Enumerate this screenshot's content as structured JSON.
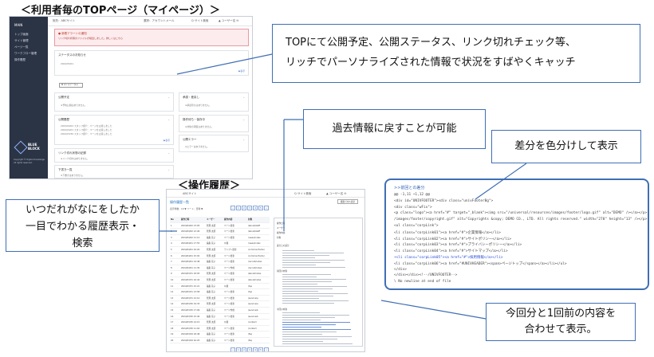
{
  "headings": {
    "top_page": "＜利用者毎のTOPページ（マイページ）＞",
    "history": "＜操作履歴＞"
  },
  "top_shot": {
    "sidebar_title": "MAIN",
    "sidebar_items": [
      "トップ画面",
      "サイト管理",
      "ページ一覧",
      "ワークフロー管理",
      "操作履歴"
    ],
    "logo_text": [
      "BLUE",
      "BLOCK"
    ],
    "copyright": [
      "Copyright © Digital Knowledge",
      "All rights reserved."
    ],
    "topbar_left": "宛先：ABCサイト",
    "topbar_mid": "選択：アカウントメール",
    "topbar_search": "Q サイト検索",
    "topbar_user": "▲ ユーザー名  ✉",
    "alert_title": "● 新着アラートの通知",
    "alert_body": "リンク切れ状態のファイルが検出しました。詳しくはこちら",
    "panels": {
      "status_title": "ステータスのお知らせ",
      "status_item": "2024/05/01",
      "more": "▶表示",
      "my_tag": "▼ マイステータス",
      "publish_title": "公開予定",
      "publish_empty": "※予約公開はありません。",
      "approval_title": "承認・差戻し",
      "approval_empty": "※承認待ちはありません。",
      "history_title": "公開履歴",
      "history_items": [
        "2024/04/02  スタッフ紹介：ページを公開しました",
        "2024/04/01  スタッフ紹介：ページを公開しました",
        "2024/03/30  スタッフ紹介：ページを公開しました"
      ],
      "wait_title": "操作待ち・保存中",
      "wait_empty": "※対象の項目はありません。",
      "error_title": "公開エラー",
      "error_empty": "※エラーはありません。",
      "link_title": "リンク切れ状態の記録",
      "link_empty": "※リンク切れはありません。",
      "draft_title": "下書き一覧",
      "draft_empty": "※下書きはありません。"
    }
  },
  "history_shot": {
    "site": "ABCサイト",
    "page_title": "操作履歴一覧",
    "button": "検索パネル表示",
    "filter": "表示件数：10 ▼  ソート：日時 ▼",
    "pager": [
      "«",
      "1",
      "2",
      "3",
      "4",
      "5",
      "»"
    ],
    "columns": [
      "No",
      "操作日時",
      "ユーザー",
      "操作内容",
      "対象"
    ],
    "rows": [
      [
        "1",
        "2024/04/02 13:05",
        "管理 太郎",
        "ページ更新",
        "/about/staff"
      ],
      [
        "2",
        "2024/04/02 12:40",
        "管理 太郎",
        "ページ更新",
        "/about/staff"
      ],
      [
        "3",
        "2024/04/02 11:12",
        "編集 花子",
        "ページ更新",
        "/news/index"
      ],
      [
        "4",
        "2024/04/01 17:55",
        "編集 花子",
        "公開",
        "/news/index"
      ],
      [
        "5",
        "2024/04/01 16:20",
        "管理 太郎",
        "テンプレ更新",
        "/common/footer"
      ],
      [
        "6",
        "2024/04/01 15:02",
        "管理 太郎",
        "ページ更新",
        "/common/footer"
      ],
      [
        "7",
        "2024/04/01 14:48",
        "編集 花子",
        "ページ更新",
        "/recruit/index"
      ],
      [
        "8",
        "2024/04/01 11:30",
        "編集 花子",
        "ページ作成",
        "/recruit/index"
      ],
      [
        "9",
        "2024/03/31 18:05",
        "管理 太郎",
        "ページ更新",
        "/about/index"
      ],
      [
        "10",
        "2024/03/31 16:44",
        "管理 太郎",
        "ページ更新",
        "/about/index"
      ],
      [
        "11",
        "2024/03/31 15:21",
        "編集 花子",
        "公開",
        "/top"
      ],
      [
        "12",
        "2024/03/31 13:58",
        "編集 花子",
        "ページ更新",
        "/top"
      ],
      [
        "13",
        "2024/03/31 12:10",
        "管理 太郎",
        "ページ更新",
        "/service/a"
      ],
      [
        "14",
        "2024/03/30 19:33",
        "管理 太郎",
        "ページ更新",
        "/service/a"
      ],
      [
        "15",
        "2024/03/30 17:06",
        "編集 花子",
        "ページ作成",
        "/service/b"
      ],
      [
        "16",
        "2024/03/30 15:40",
        "編集 花子",
        "ページ更新",
        "/service/b"
      ],
      [
        "17",
        "2024/03/30 14:15",
        "管理 太郎",
        "公開",
        "/contact"
      ],
      [
        "18",
        "2024/03/30 11:02",
        "管理 太郎",
        "ページ更新",
        "/contact"
      ],
      [
        "19",
        "2024/03/29 18:48",
        "編集 花子",
        "ページ更新",
        "/faq"
      ],
      [
        "20",
        "2024/03/29 16:25",
        "編集 花子",
        "ページ更新",
        "/faq"
      ]
    ],
    "detail_labels": [
      "操作日時",
      "ユーザー",
      "操作内容",
      "対象",
      "差分との差分",
      "前回の内容",
      "今回の内容"
    ]
  },
  "callouts": {
    "top_lines": [
      "TOPにて公開予定、公開ステータス、リンク切れチェック等、",
      "リッチでパーソナライズされた情報で状況をすばやくキャッチ"
    ],
    "past": "過去情報に戻すことが可能",
    "diff": "差分を色分けして表示",
    "left_lines": [
      "いつだれがなにをしたか",
      "一目でわかる履歴表示・",
      "検索"
    ],
    "now_lines": [
      "今回分と1回前の内容を",
      "合わせて表示。"
    ]
  },
  "diff": {
    "title": ">>前回との差分",
    "lines": [
      {
        "text": "@@ -1,11 +1,12 @@",
        "style": "grey"
      },
      {
        "text": "<div id=\"UNIVFOOTER\"><div class=\"univFooterBg\">",
        "style": "grey"
      },
      {
        "text": "<div class=\"wFix\">",
        "style": "grey"
      },
      {
        "text": "<p class=\"logo\"><a href=\"#\" target=\"_blank\"><img src=\"/universal/resources/images/footer/logo.gif\" alt=\"DEMO\" /></a></p>",
        "style": "grey"
      },
      {
        "text": "/images/footer/copyright.gif\" alt=\"Copyrights &copy; DEMO CO., LTD. All rights reserved.\" width=\"278\" height=\"13\" /></p>",
        "style": "grey"
      },
      {
        "text": "<ul class=\"corpLink\">",
        "style": "grey"
      },
      {
        "text": "<li class=\"corpLink01\"><a href=\"#\">企業情報</a></li>",
        "style": "grey"
      },
      {
        "text": "<li class=\"corpLink02\"><a href=\"#\">サイトポリシー</a></li>",
        "style": "grey"
      },
      {
        "text": "<li class=\"corpLink03\"><a href=\"#\">プライバシーポリシー</a></li>",
        "style": "grey"
      },
      {
        "text": "<li class=\"corpLink04\"><a href=\"#\">サイトマップ</a></li>",
        "style": "grey"
      },
      {
        "text": "+<li class=\"corpLink05\"><a href=\"#\">採用情報</a></li>",
        "style": "blue"
      },
      {
        "text": "<li class=\"corpLink06\"><a href=\"#UNIVHEADER\"><span>ページトップ</span></a></li></ul>",
        "style": "grey"
      },
      {
        "text": "</div>",
        "style": "grey"
      },
      {
        "text": "</div></div><!--/UNIVFOOTER-->",
        "style": "grey"
      },
      {
        "text": "\\ No newline at end of file",
        "style": "grey"
      }
    ]
  },
  "colors": {
    "callout_border": "#3f6fb5",
    "sidebar": "#2b3445",
    "alert": "#fdecee",
    "diff_blue": "#2248d6"
  }
}
